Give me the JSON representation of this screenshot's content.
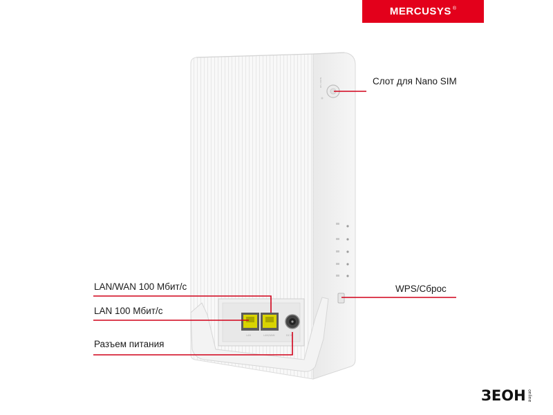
{
  "brand": {
    "logo_text": "MERCUSYS",
    "reg_mark": "®",
    "color": "#e3001b"
  },
  "callouts": {
    "sim_slot": "Слот для Nano SIM",
    "wps_reset": "WPS/Сброс",
    "lan_wan": "LAN/WAN 100 Мбит/с",
    "lan": "LAN 100 Мбит/с",
    "power": "Разъем питания"
  },
  "watermark": {
    "text": "ЗЕОН",
    "small": "online"
  },
  "colors": {
    "accent_line": "#d10019",
    "port_yellow": "#d9d400",
    "device_body": "#f7f7f7"
  }
}
